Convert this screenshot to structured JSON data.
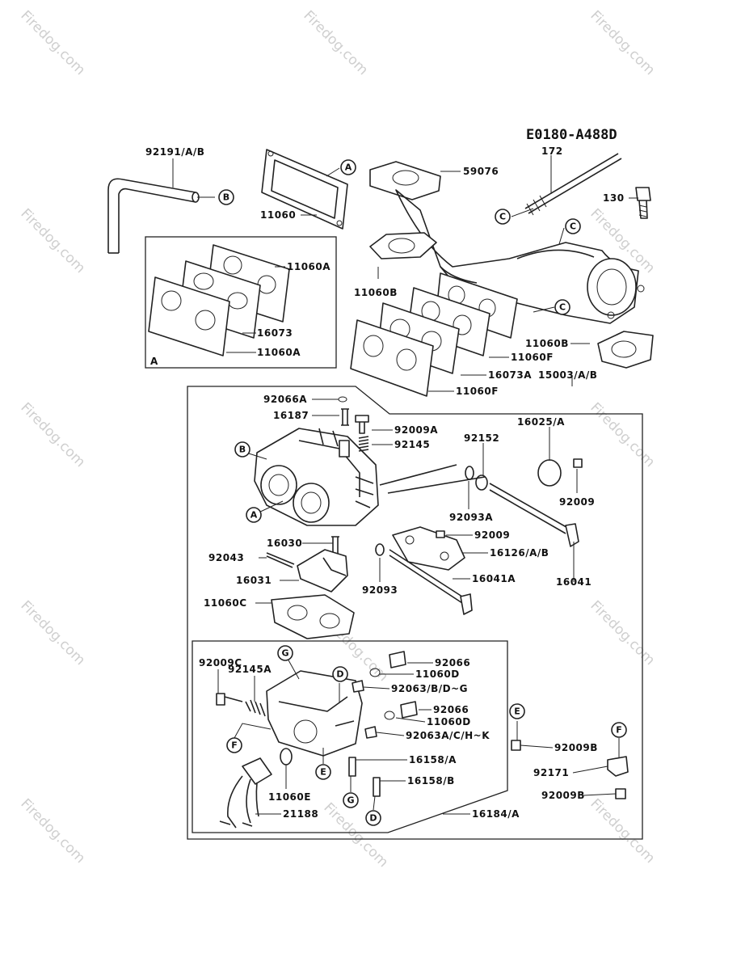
{
  "diagram": {
    "code": "E0180-A488D",
    "watermark": "Firedog.com"
  },
  "labels": [
    {
      "id": "l01",
      "text": "92191/A/B"
    },
    {
      "id": "l02",
      "text": "11060"
    },
    {
      "id": "l03",
      "text": "59076"
    },
    {
      "id": "l04",
      "text": "172"
    },
    {
      "id": "l05",
      "text": "130"
    },
    {
      "id": "l06",
      "text": "11060A"
    },
    {
      "id": "l07",
      "text": "16073"
    },
    {
      "id": "l08",
      "text": "11060A"
    },
    {
      "id": "l09",
      "text": "11060B"
    },
    {
      "id": "l10",
      "text": "11060B"
    },
    {
      "id": "l11",
      "text": "11060F"
    },
    {
      "id": "l12",
      "text": "16073A"
    },
    {
      "id": "l13",
      "text": "15003/A/B"
    },
    {
      "id": "l14",
      "text": "11060F"
    },
    {
      "id": "l15",
      "text": "92066A"
    },
    {
      "id": "l16",
      "text": "16187"
    },
    {
      "id": "l17",
      "text": "92009A"
    },
    {
      "id": "l18",
      "text": "92145"
    },
    {
      "id": "l19",
      "text": "16025/A"
    },
    {
      "id": "l20",
      "text": "92152"
    },
    {
      "id": "l21",
      "text": "92093A"
    },
    {
      "id": "l22",
      "text": "92009"
    },
    {
      "id": "l23",
      "text": "92009"
    },
    {
      "id": "l24",
      "text": "16126/A/B"
    },
    {
      "id": "l25",
      "text": "16030"
    },
    {
      "id": "l26",
      "text": "92043"
    },
    {
      "id": "l27",
      "text": "16031"
    },
    {
      "id": "l28",
      "text": "92093"
    },
    {
      "id": "l29",
      "text": "16041A"
    },
    {
      "id": "l30",
      "text": "16041"
    },
    {
      "id": "l31",
      "text": "11060C"
    },
    {
      "id": "l32",
      "text": "92009C"
    },
    {
      "id": "l33",
      "text": "92145A"
    },
    {
      "id": "l34",
      "text": "92066"
    },
    {
      "id": "l35",
      "text": "11060D"
    },
    {
      "id": "l36",
      "text": "92063/B/D~G"
    },
    {
      "id": "l37",
      "text": "92066"
    },
    {
      "id": "l38",
      "text": "11060D"
    },
    {
      "id": "l39",
      "text": "92063A/C/H~K"
    },
    {
      "id": "l40",
      "text": "92009B"
    },
    {
      "id": "l41",
      "text": "16158/A"
    },
    {
      "id": "l42",
      "text": "16158/B"
    },
    {
      "id": "l43",
      "text": "11060E"
    },
    {
      "id": "l44",
      "text": "92171"
    },
    {
      "id": "l45",
      "text": "92009B"
    },
    {
      "id": "l46",
      "text": "21188"
    },
    {
      "id": "l47",
      "text": "16184/A"
    },
    {
      "id": "l48",
      "text": "A"
    }
  ],
  "callouts": [
    {
      "id": "c01",
      "text": "A"
    },
    {
      "id": "c02",
      "text": "B"
    },
    {
      "id": "c03",
      "text": "C"
    },
    {
      "id": "c04",
      "text": "C"
    },
    {
      "id": "c05",
      "text": "C"
    },
    {
      "id": "c06",
      "text": "B"
    },
    {
      "id": "c07",
      "text": "A"
    },
    {
      "id": "c08",
      "text": "G"
    },
    {
      "id": "c09",
      "text": "D"
    },
    {
      "id": "c10",
      "text": "F"
    },
    {
      "id": "c11",
      "text": "E"
    },
    {
      "id": "c12",
      "text": "G"
    },
    {
      "id": "c13",
      "text": "D"
    },
    {
      "id": "c14",
      "text": "E"
    },
    {
      "id": "c15",
      "text": "F"
    }
  ]
}
